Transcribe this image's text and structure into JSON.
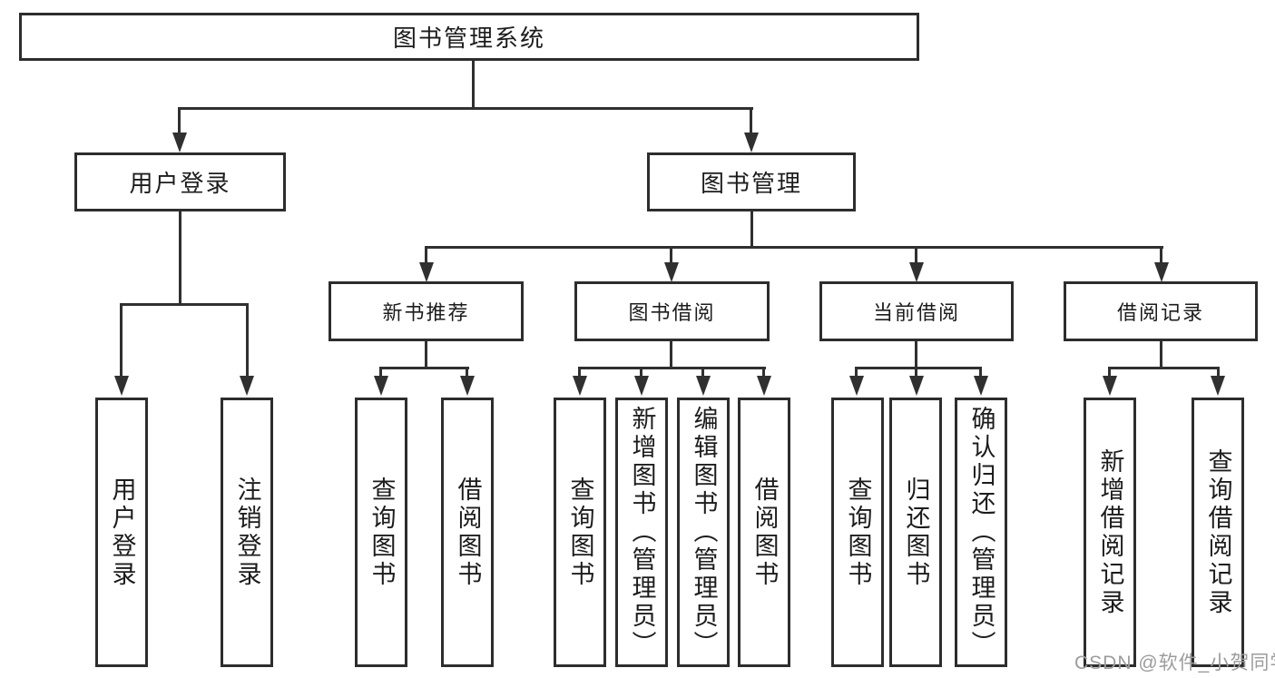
{
  "diagram": {
    "type": "hierarchy-tree",
    "orientation": "top-down"
  },
  "colors": {
    "background": "#ffffff",
    "line": "#303030",
    "box_border": "#2d2d2d",
    "box_fill": "#ffffff",
    "text": "#1c1c1c",
    "watermark_text": "#9c9c9c"
  },
  "tree": {
    "root": {
      "label": "图书管理系统",
      "children": [
        {
          "label": "用户登录",
          "children": [
            {
              "label": "用户登录"
            },
            {
              "label": "注销登录"
            }
          ]
        },
        {
          "label": "图书管理",
          "children": [
            {
              "label": "新书推荐",
              "children": [
                {
                  "label": "查询图书"
                },
                {
                  "label": "借阅图书"
                }
              ]
            },
            {
              "label": "图书借阅",
              "children": [
                {
                  "label": "查询图书"
                },
                {
                  "label": "新增图书（管理员）"
                },
                {
                  "label": "编辑图书（管理员）"
                },
                {
                  "label": "借阅图书"
                }
              ]
            },
            {
              "label": "当前借阅",
              "children": [
                {
                  "label": "查询图书"
                },
                {
                  "label": "归还图书"
                },
                {
                  "label": "确认归还（管理员）"
                }
              ]
            },
            {
              "label": "借阅记录",
              "children": [
                {
                  "label": "新增借阅记录"
                },
                {
                  "label": "查询借阅记录"
                }
              ]
            }
          ]
        }
      ]
    }
  },
  "watermark": "CSDN @软件_小贺同学"
}
